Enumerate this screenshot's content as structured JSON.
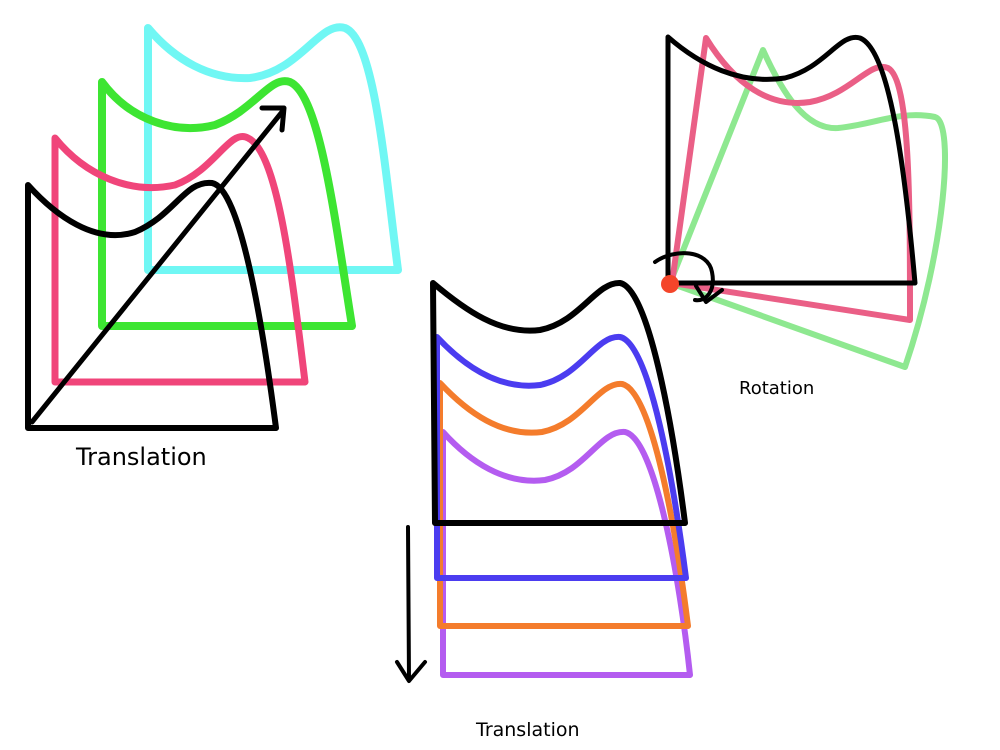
{
  "labels": {
    "translation_diagonal": "Translation",
    "rotation": "Rotation",
    "translation_vertical": "Translation"
  },
  "colors": {
    "black": "#000000",
    "pink": "#f0457a",
    "green": "#3de532",
    "cyan": "#70f7f4",
    "blue": "#4b3cf0",
    "orange": "#f47c2c",
    "purple": "#b45cf0",
    "rotation_pink": "#ea5f86",
    "rotation_green": "#8ee890",
    "pivot": "#f4452a"
  }
}
